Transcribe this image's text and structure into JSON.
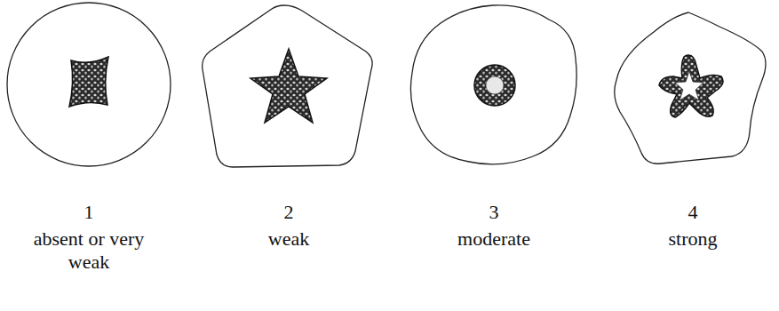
{
  "diagram": {
    "labels": [
      "1",
      "absent or very weak",
      "2",
      "weak",
      "3",
      "moderate",
      "4",
      "strong"
    ]
  }
}
